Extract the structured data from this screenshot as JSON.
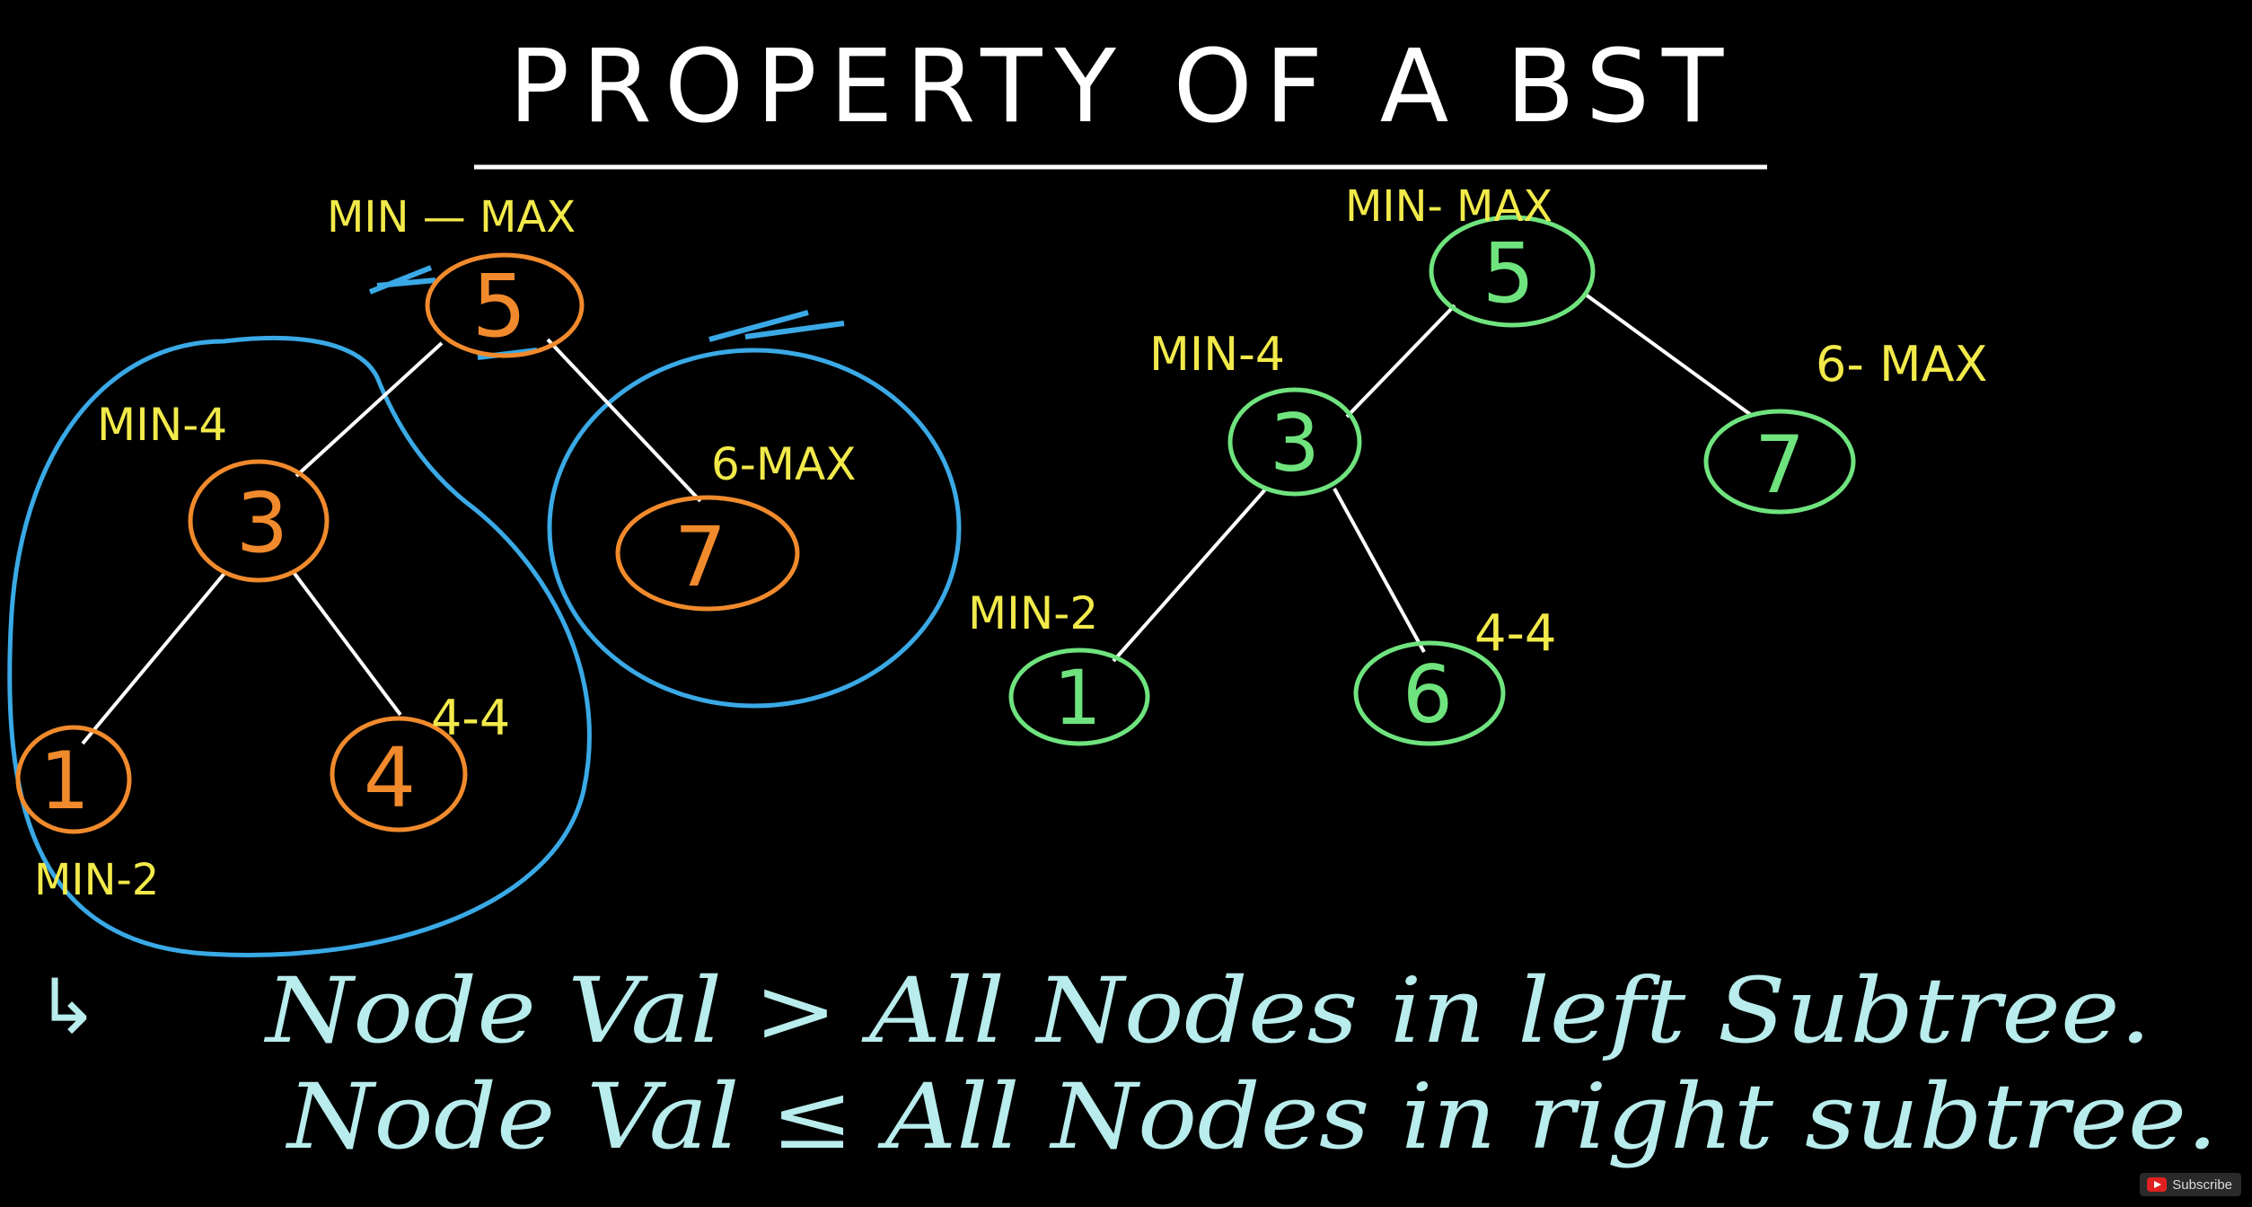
{
  "title": "PROPERTY OF A BST",
  "colors": {
    "background": "#000000",
    "title": "#ffffff",
    "label": "#f2ea4a",
    "left_tree_node": "#f08a2c",
    "right_tree_node": "#6fe37e",
    "subtree_circle": "#3aa9e6",
    "note": "#b9ecec",
    "edge": "#ffffff"
  },
  "left_tree": {
    "nodes": [
      {
        "id": "n5",
        "value": "5",
        "label": "MIN — MAX"
      },
      {
        "id": "n3",
        "value": "3",
        "label": "MIN-4"
      },
      {
        "id": "n7",
        "value": "7",
        "label": "6-MAX"
      },
      {
        "id": "n1",
        "value": "1",
        "label": "MIN-2"
      },
      {
        "id": "n4",
        "value": "4",
        "label": "4-4"
      }
    ]
  },
  "right_tree": {
    "nodes": [
      {
        "id": "m5",
        "value": "5",
        "label": "MIN- MAX"
      },
      {
        "id": "m3",
        "value": "3",
        "label": "MIN-4"
      },
      {
        "id": "m7",
        "value": "7",
        "label": "6- MAX"
      },
      {
        "id": "m1",
        "value": "1",
        "label": "MIN-2"
      },
      {
        "id": "m6",
        "value": "6",
        "label": "4-4"
      }
    ]
  },
  "notes": {
    "arrow": "↳",
    "line1": "Node Val > All Nodes in left Subtree.",
    "line2": "Node Val ≤ All Nodes in right subtree."
  },
  "subscribe": {
    "label": "Subscribe",
    "icon": "youtube-play-icon"
  }
}
